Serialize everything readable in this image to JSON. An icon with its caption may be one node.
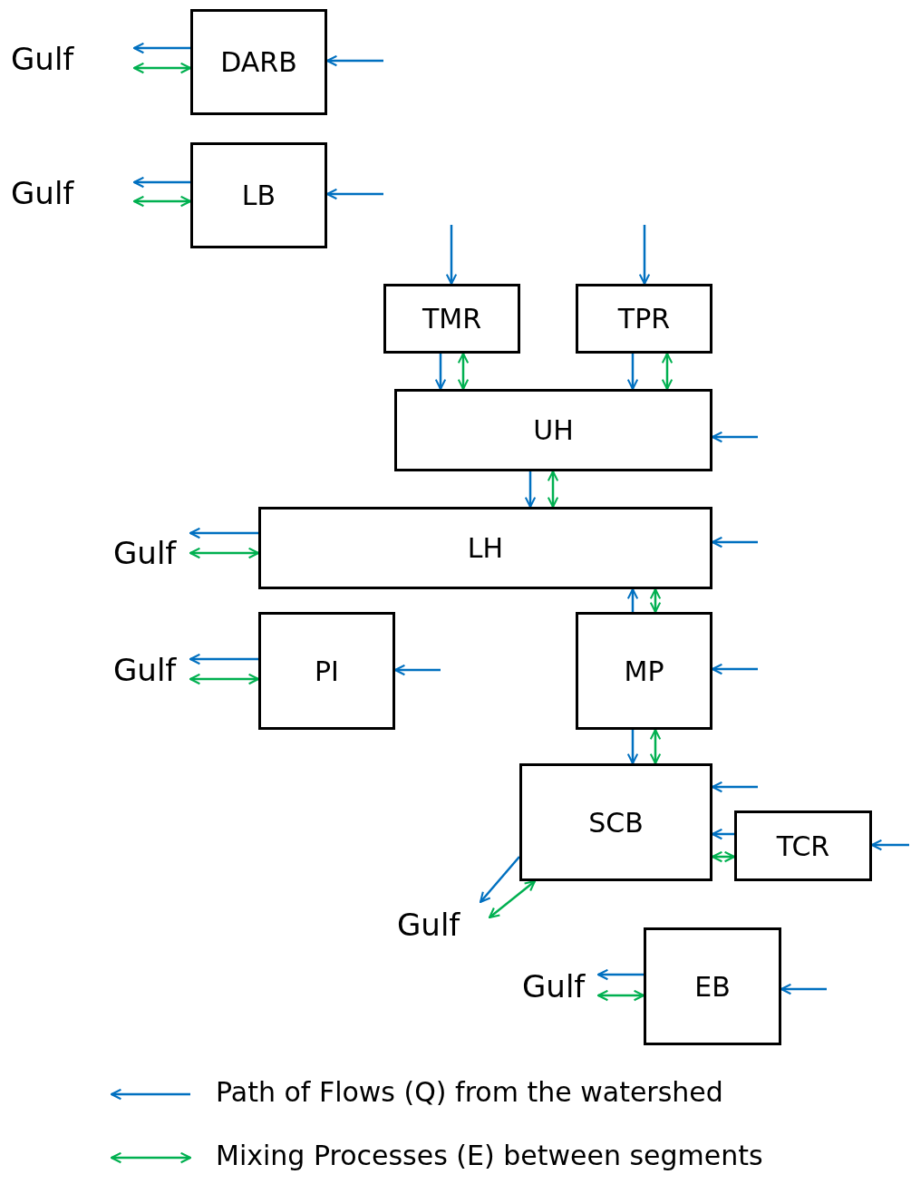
{
  "diagram": {
    "nodes": [
      {
        "text": [
          "DARB"
        ]
      },
      {
        "text": [
          "LB"
        ]
      },
      {
        "text": [
          "TMR"
        ]
      },
      {
        "text": [
          "TPR"
        ]
      },
      {
        "text": [
          "UH"
        ]
      },
      {
        "text": [
          "LH"
        ]
      },
      {
        "text": [
          "PI"
        ]
      },
      {
        "text": [
          "MP"
        ]
      },
      {
        "text": [
          "SCB"
        ]
      },
      {
        "text": [
          "TCR"
        ]
      },
      {
        "text": [
          "EB"
        ]
      },
      {
        "text": [
          "Gulf"
        ]
      },
      {
        "text": [
          "Gulf"
        ]
      },
      {
        "text": [
          "Gulf"
        ]
      },
      {
        "text": [
          "Gulf"
        ]
      },
      {
        "text": [
          "Gulf"
        ]
      },
      {
        "text": [
          "Gulf"
        ]
      }
    ],
    "edges": [
      {
        "from": 0,
        "to": 11,
        "arrow": "to"
      },
      {
        "from": 0,
        "to": 11,
        "arrow": "both",
        "color": "#00b050"
      },
      {
        "from": null,
        "to": 0,
        "arrow": "to"
      },
      {
        "from": 1,
        "to": 12,
        "arrow": "to"
      },
      {
        "from": 1,
        "to": 12,
        "arrow": "both",
        "color": "#00b050"
      },
      {
        "from": null,
        "to": 1,
        "arrow": "to"
      },
      {
        "from": null,
        "to": 2,
        "arrow": "to"
      },
      {
        "from": null,
        "to": 3,
        "arrow": "to"
      },
      {
        "from": 2,
        "to": 4,
        "arrow": "to"
      },
      {
        "from": 2,
        "to": 4,
        "arrow": "both",
        "color": "#00b050"
      },
      {
        "from": 3,
        "to": 4,
        "arrow": "to"
      },
      {
        "from": 3,
        "to": 4,
        "arrow": "both",
        "color": "#00b050"
      },
      {
        "from": null,
        "to": 4,
        "arrow": "to"
      },
      {
        "from": 4,
        "to": 5,
        "arrow": "to"
      },
      {
        "from": 4,
        "to": 5,
        "arrow": "both",
        "color": "#00b050"
      },
      {
        "from": null,
        "to": 5,
        "arrow": "to"
      },
      {
        "from": 5,
        "to": 13,
        "arrow": "to"
      },
      {
        "from": 5,
        "to": 13,
        "arrow": "both",
        "color": "#00b050"
      },
      {
        "from": null,
        "to": 6,
        "arrow": "to"
      },
      {
        "from": 6,
        "to": 14,
        "arrow": "to"
      },
      {
        "from": 6,
        "to": 14,
        "arrow": "both",
        "color": "#00b050"
      },
      {
        "from": 7,
        "to": 5,
        "arrow": "to"
      },
      {
        "from": 5,
        "to": 7,
        "arrow": "both",
        "color": "#00b050"
      },
      {
        "from": null,
        "to": 7,
        "arrow": "to"
      },
      {
        "from": 7,
        "to": 8,
        "arrow": "to"
      },
      {
        "from": 7,
        "to": 8,
        "arrow": "both",
        "color": "#00b050"
      },
      {
        "from": null,
        "to": 8,
        "arrow": "to"
      },
      {
        "from": 9,
        "to": 8,
        "arrow": "to"
      },
      {
        "from": 9,
        "to": 8,
        "arrow": "both",
        "color": "#00b050"
      },
      {
        "from": null,
        "to": 9,
        "arrow": "to"
      },
      {
        "from": 8,
        "to": 15,
        "arrow": "to"
      },
      {
        "from": 8,
        "to": 15,
        "arrow": "both",
        "color": "#00b050"
      },
      {
        "from": 10,
        "to": 16,
        "arrow": "to"
      },
      {
        "from": 10,
        "to": 16,
        "arrow": "both",
        "color": "#00b050"
      },
      {
        "from": null,
        "to": 10,
        "arrow": "to"
      }
    ],
    "legend": [
      {
        "text": "Path of Flows (Q) from the watershed"
      },
      {
        "text": "Mixing Processes (E) between segments"
      }
    ]
  }
}
